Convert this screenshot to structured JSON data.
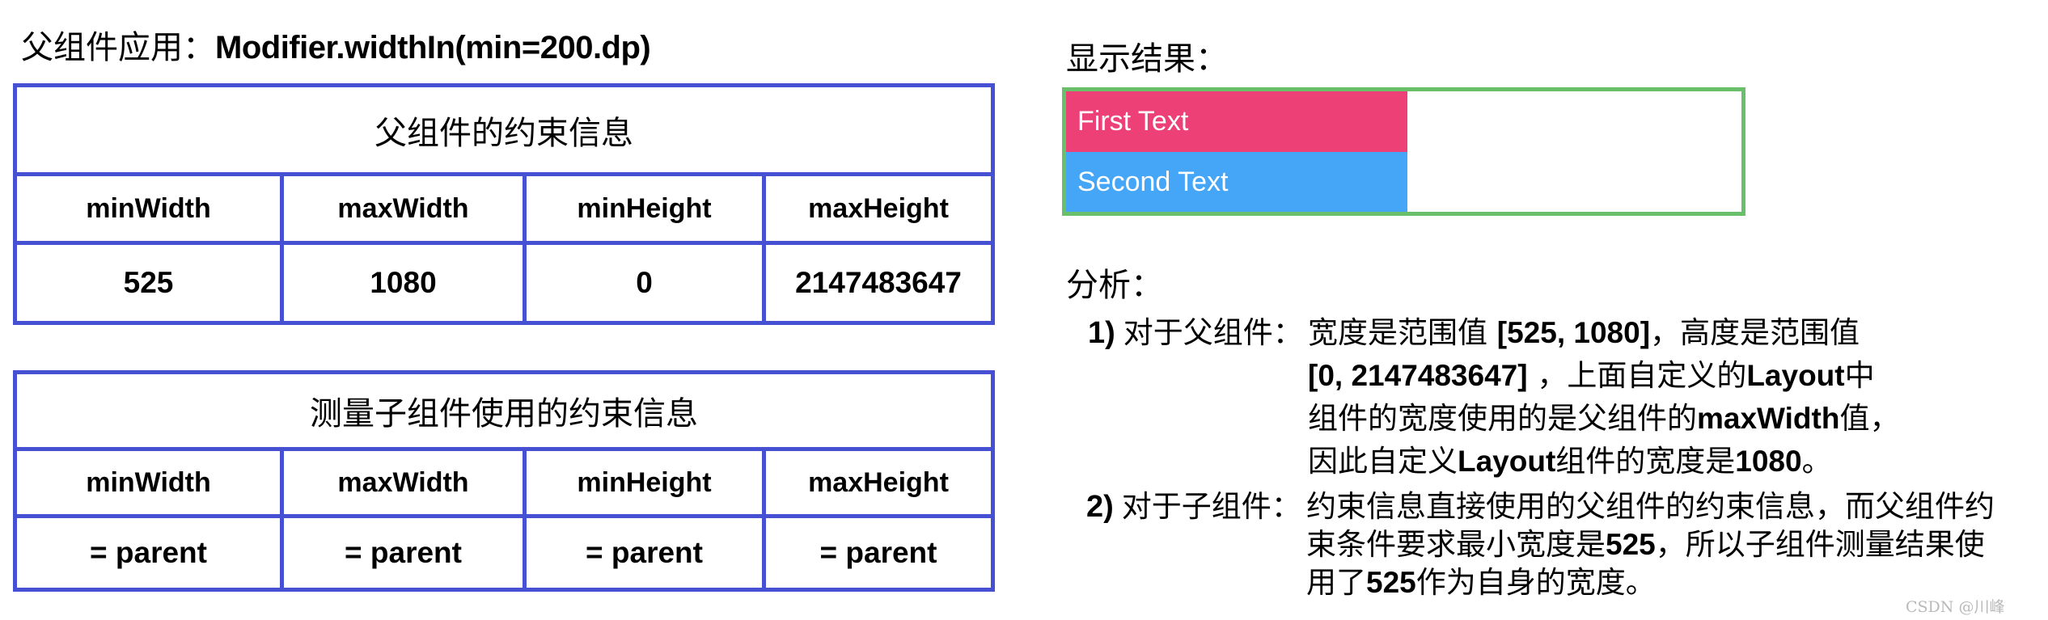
{
  "title": {
    "prefix": "父组件应用：",
    "code": "Modifier.widthIn(min=200.dp)"
  },
  "tables": [
    {
      "caption": "父组件的约束信息",
      "columns": [
        "minWidth",
        "maxWidth",
        "minHeight",
        "maxHeight"
      ],
      "values": [
        "525",
        "1080",
        "0",
        "2147483647"
      ]
    },
    {
      "caption": "测量子组件使用的约束信息",
      "columns": [
        "minWidth",
        "maxWidth",
        "minHeight",
        "maxHeight"
      ],
      "values": [
        "= parent",
        "= parent",
        "= parent",
        "= parent"
      ]
    }
  ],
  "result": {
    "heading": "显示结果：",
    "first_text": "First Text",
    "second_text": "Second Text"
  },
  "analysis": {
    "heading": "分析：",
    "items": [
      {
        "num": "1)",
        "label": "对于父组件：",
        "lines": [
          [
            "宽度是范围值 ",
            "[525, 1080]",
            "，高度是范围值"
          ],
          [
            "[0, 2147483647]",
            " ，上面自定义的",
            "Layout",
            "中"
          ],
          [
            "组件的宽度使用的是父组件的",
            "maxWidth",
            "值，"
          ],
          [
            "因此自定义",
            "Layout",
            "组件的宽度是",
            "1080",
            "。"
          ]
        ]
      },
      {
        "num": "2)",
        "label": "对于子组件：",
        "lines": [
          [
            "约束信息直接使用的父组件的约束信息，而父组件约"
          ],
          [
            "束条件要求最小宽度是",
            "525",
            "，所以子组件测量结果使"
          ],
          [
            "用了",
            "525",
            "作为自身的宽度。"
          ]
        ]
      }
    ]
  },
  "watermark": "CSDN @川峰",
  "colors": {
    "table_border": "#4650d2",
    "frame_border": "#6abf6a",
    "first_bg": "#ed4077",
    "second_bg": "#45a5f6"
  }
}
